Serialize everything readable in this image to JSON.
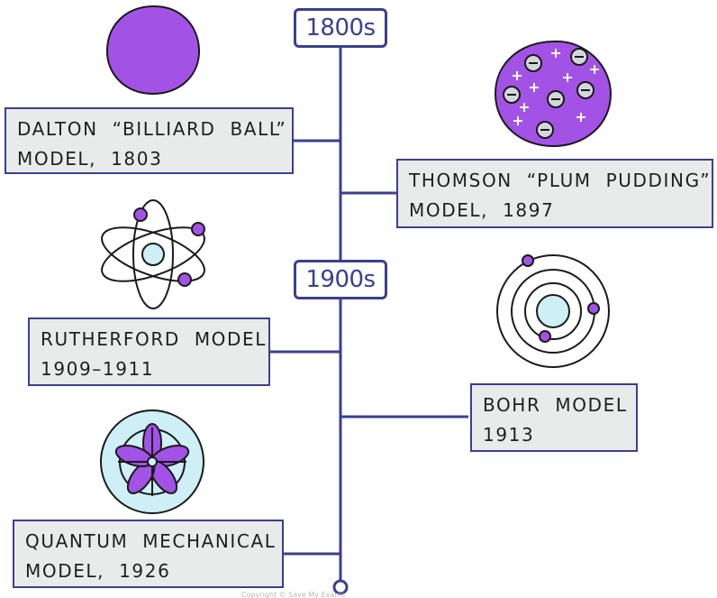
{
  "timeline": {
    "line_color": "#3b3f8f",
    "eras": [
      {
        "label": "1800s"
      },
      {
        "label": "1900s"
      }
    ],
    "models": [
      {
        "line1": "DALTON “BILLIARD BALL”",
        "line2": "MODEL, 1803",
        "icon": "solid-sphere-icon"
      },
      {
        "line1": "THOMSON “PLUM PUDDING”",
        "line2": "MODEL, 1897",
        "icon": "plum-pudding-atom-icon"
      },
      {
        "line1": "RUTHERFORD MODEL",
        "line2": "1909–1911",
        "icon": "nuclear-atom-orbits-icon"
      },
      {
        "line1": "BOHR MODEL",
        "line2": "1913",
        "icon": "concentric-shells-atom-icon"
      },
      {
        "line1": "QUANTUM MECHANICAL",
        "line2": "MODEL, 1926",
        "icon": "electron-cloud-orbitals-icon"
      }
    ]
  },
  "colors": {
    "purple": "#a352e6",
    "nucleus": "#cdeff5",
    "label_fill": "#e9ebeb",
    "label_border": "#3b3f8f",
    "electron_fill": "#d3d7db"
  },
  "footer": {
    "copyright": "Copyright © Save My Exams"
  }
}
